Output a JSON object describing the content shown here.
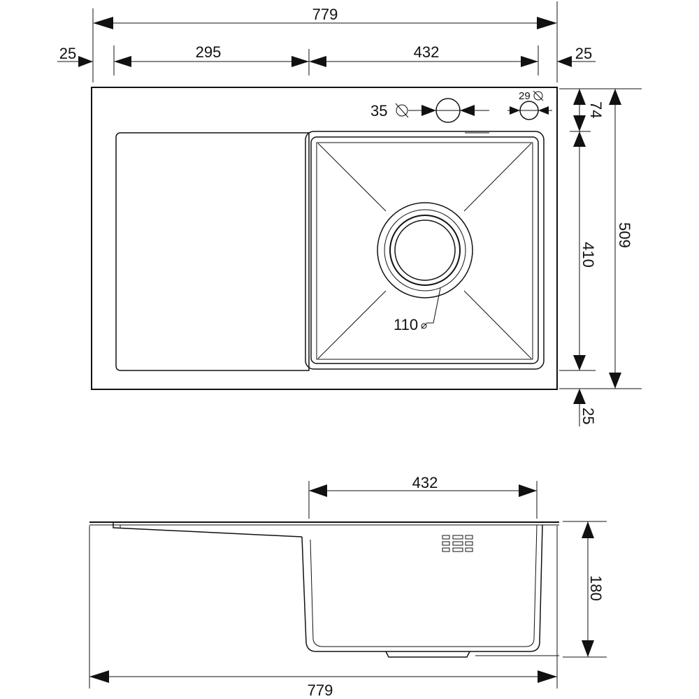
{
  "top_view": {
    "overall_width": "779",
    "left_margin": "25",
    "drainboard_width": "295",
    "bowl_width": "432",
    "right_margin": "25",
    "tap_hole_diameter": "35",
    "tap_hole_symbol": "⌀",
    "small_hole_diameter": "29",
    "small_hole_symbol": "⌀",
    "top_margin": "74",
    "bowl_depth": "410",
    "overall_depth": "509",
    "bottom_margin": "25",
    "drain_diameter": "110",
    "drain_symbol": "⌀"
  },
  "side_view": {
    "bowl_width": "432",
    "bowl_height": "180",
    "overall_width": "779"
  },
  "colors": {
    "line": "#111111",
    "background": "#ffffff"
  }
}
